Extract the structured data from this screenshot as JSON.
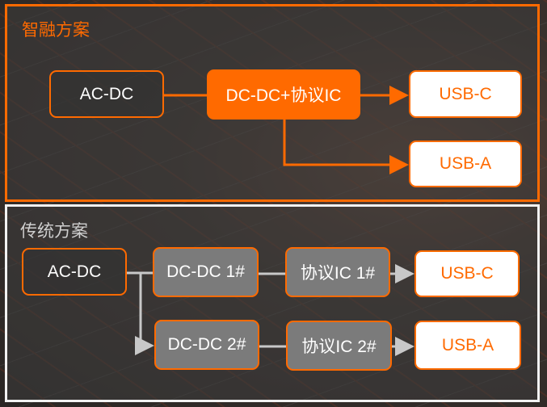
{
  "smart_solution": {
    "title": "智融方案",
    "boxes": {
      "acdc": "AC-DC",
      "dcdc_ic": "DC-DC+协议IC",
      "usbc": "USB-C",
      "usba": "USB-A"
    }
  },
  "traditional_solution": {
    "title": "传统方案",
    "boxes": {
      "acdc": "AC-DC",
      "dcdc1": "DC-DC 1#",
      "ic1": "协议IC 1#",
      "usbc": "USB-C",
      "dcdc2": "DC-DC 2#",
      "ic2": "协议IC 2#",
      "usba": "USB-A"
    }
  },
  "colors": {
    "accent": "#ff6a00",
    "connector_gray": "#c8c8c8"
  }
}
